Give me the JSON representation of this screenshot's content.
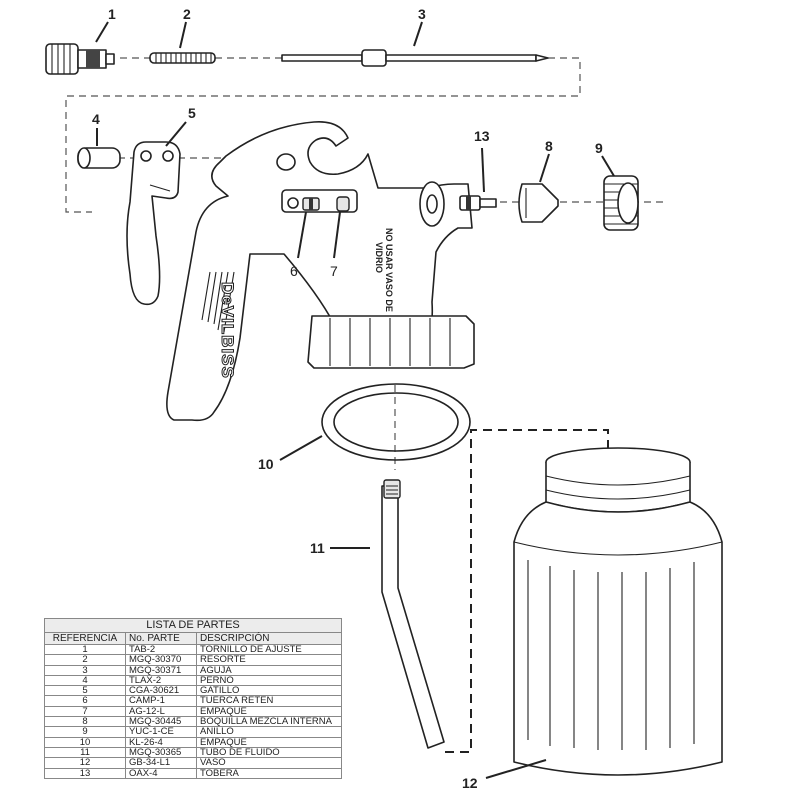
{
  "callouts": {
    "c1": "1",
    "c2": "2",
    "c3": "3",
    "c4": "4",
    "c5": "5",
    "c6": "6",
    "c7": "7",
    "c8": "8",
    "c9": "9",
    "c10": "10",
    "c11": "11",
    "c12": "12",
    "c13": "13"
  },
  "gun": {
    "brand": "DeVILBISS",
    "warning_line1": "NO USAR VASO DE",
    "warning_line2": "VIDRIO"
  },
  "parts_list": {
    "title": "LISTA DE PARTES",
    "headers": [
      "REFERENCIA",
      "No. PARTE",
      "DESCRIPCIÓN"
    ],
    "rows": [
      [
        "1",
        "TAB-2",
        "TORNILLO DE AJUSTE"
      ],
      [
        "2",
        "MGQ-30370",
        "RESORTE"
      ],
      [
        "3",
        "MGQ-30371",
        "AGUJA"
      ],
      [
        "4",
        "TLAX-2",
        "PERNO"
      ],
      [
        "5",
        "CGA-30621",
        "GATILLO"
      ],
      [
        "6",
        "CAMP-1",
        "TUERCA RETEN"
      ],
      [
        "7",
        "AG-12-L",
        "EMPAQUE"
      ],
      [
        "8",
        "MGQ-30445",
        "BOQUILLA MEZCLA INTERNA"
      ],
      [
        "9",
        "YUC-1-CE",
        "ANILLO"
      ],
      [
        "10",
        "KL-26-4",
        "EMPAQUE"
      ],
      [
        "11",
        "MGQ-30365",
        "TUBO DE FLUIDO"
      ],
      [
        "12",
        "GB-34-L1",
        "VASO"
      ],
      [
        "13",
        "OAX-4",
        "TOBERA"
      ]
    ]
  }
}
